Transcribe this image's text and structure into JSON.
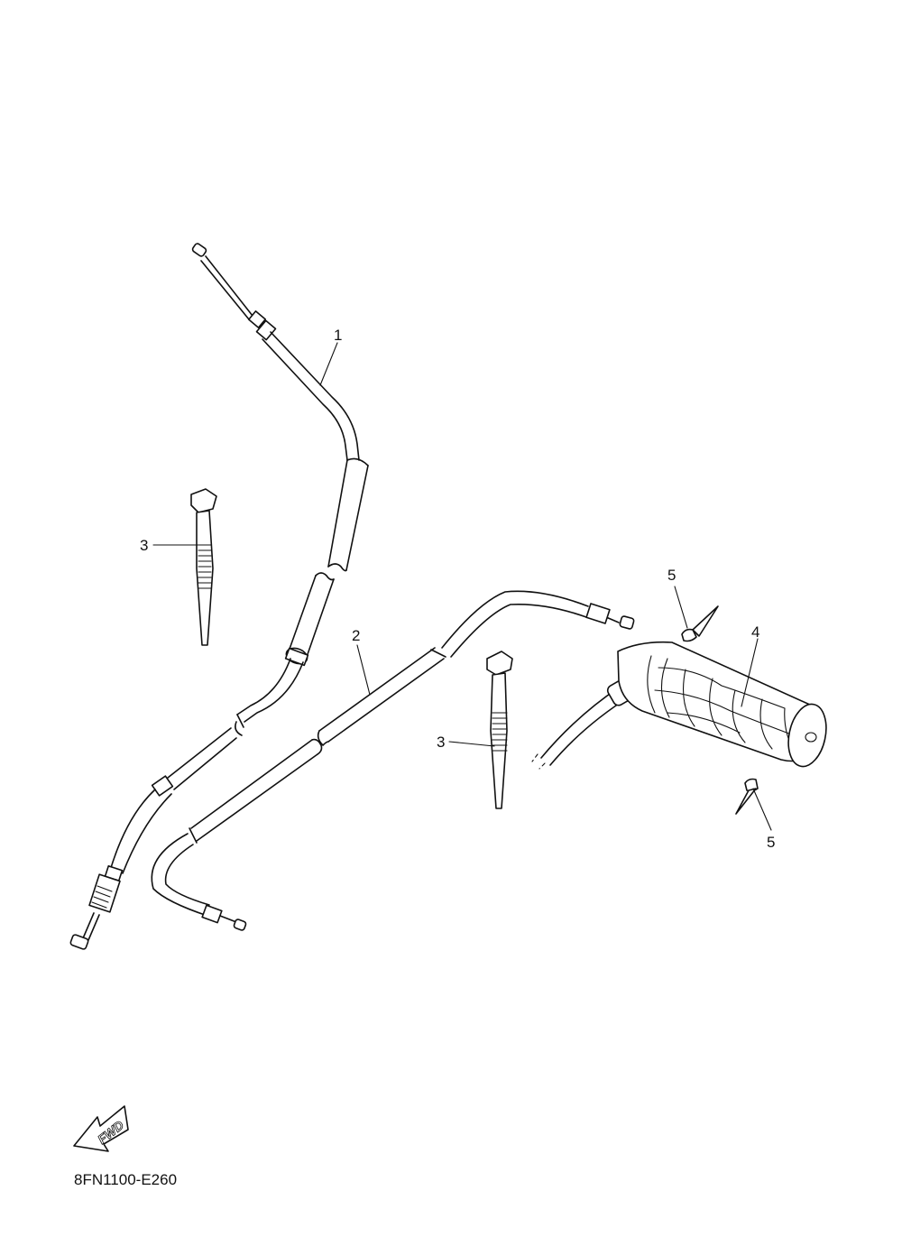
{
  "callouts": [
    {
      "id": "callout-1",
      "text": "1"
    },
    {
      "id": "callout-2",
      "text": "2"
    },
    {
      "id": "callout-3a",
      "text": "3"
    },
    {
      "id": "callout-3b",
      "text": "3"
    },
    {
      "id": "callout-4",
      "text": "4"
    },
    {
      "id": "callout-5a",
      "text": "5"
    },
    {
      "id": "callout-5b",
      "text": "5"
    }
  ],
  "fwd_label": "FWD",
  "diagram_code": "8FN1100-E260",
  "colors": {
    "line": "#111111",
    "background": "#ffffff"
  }
}
